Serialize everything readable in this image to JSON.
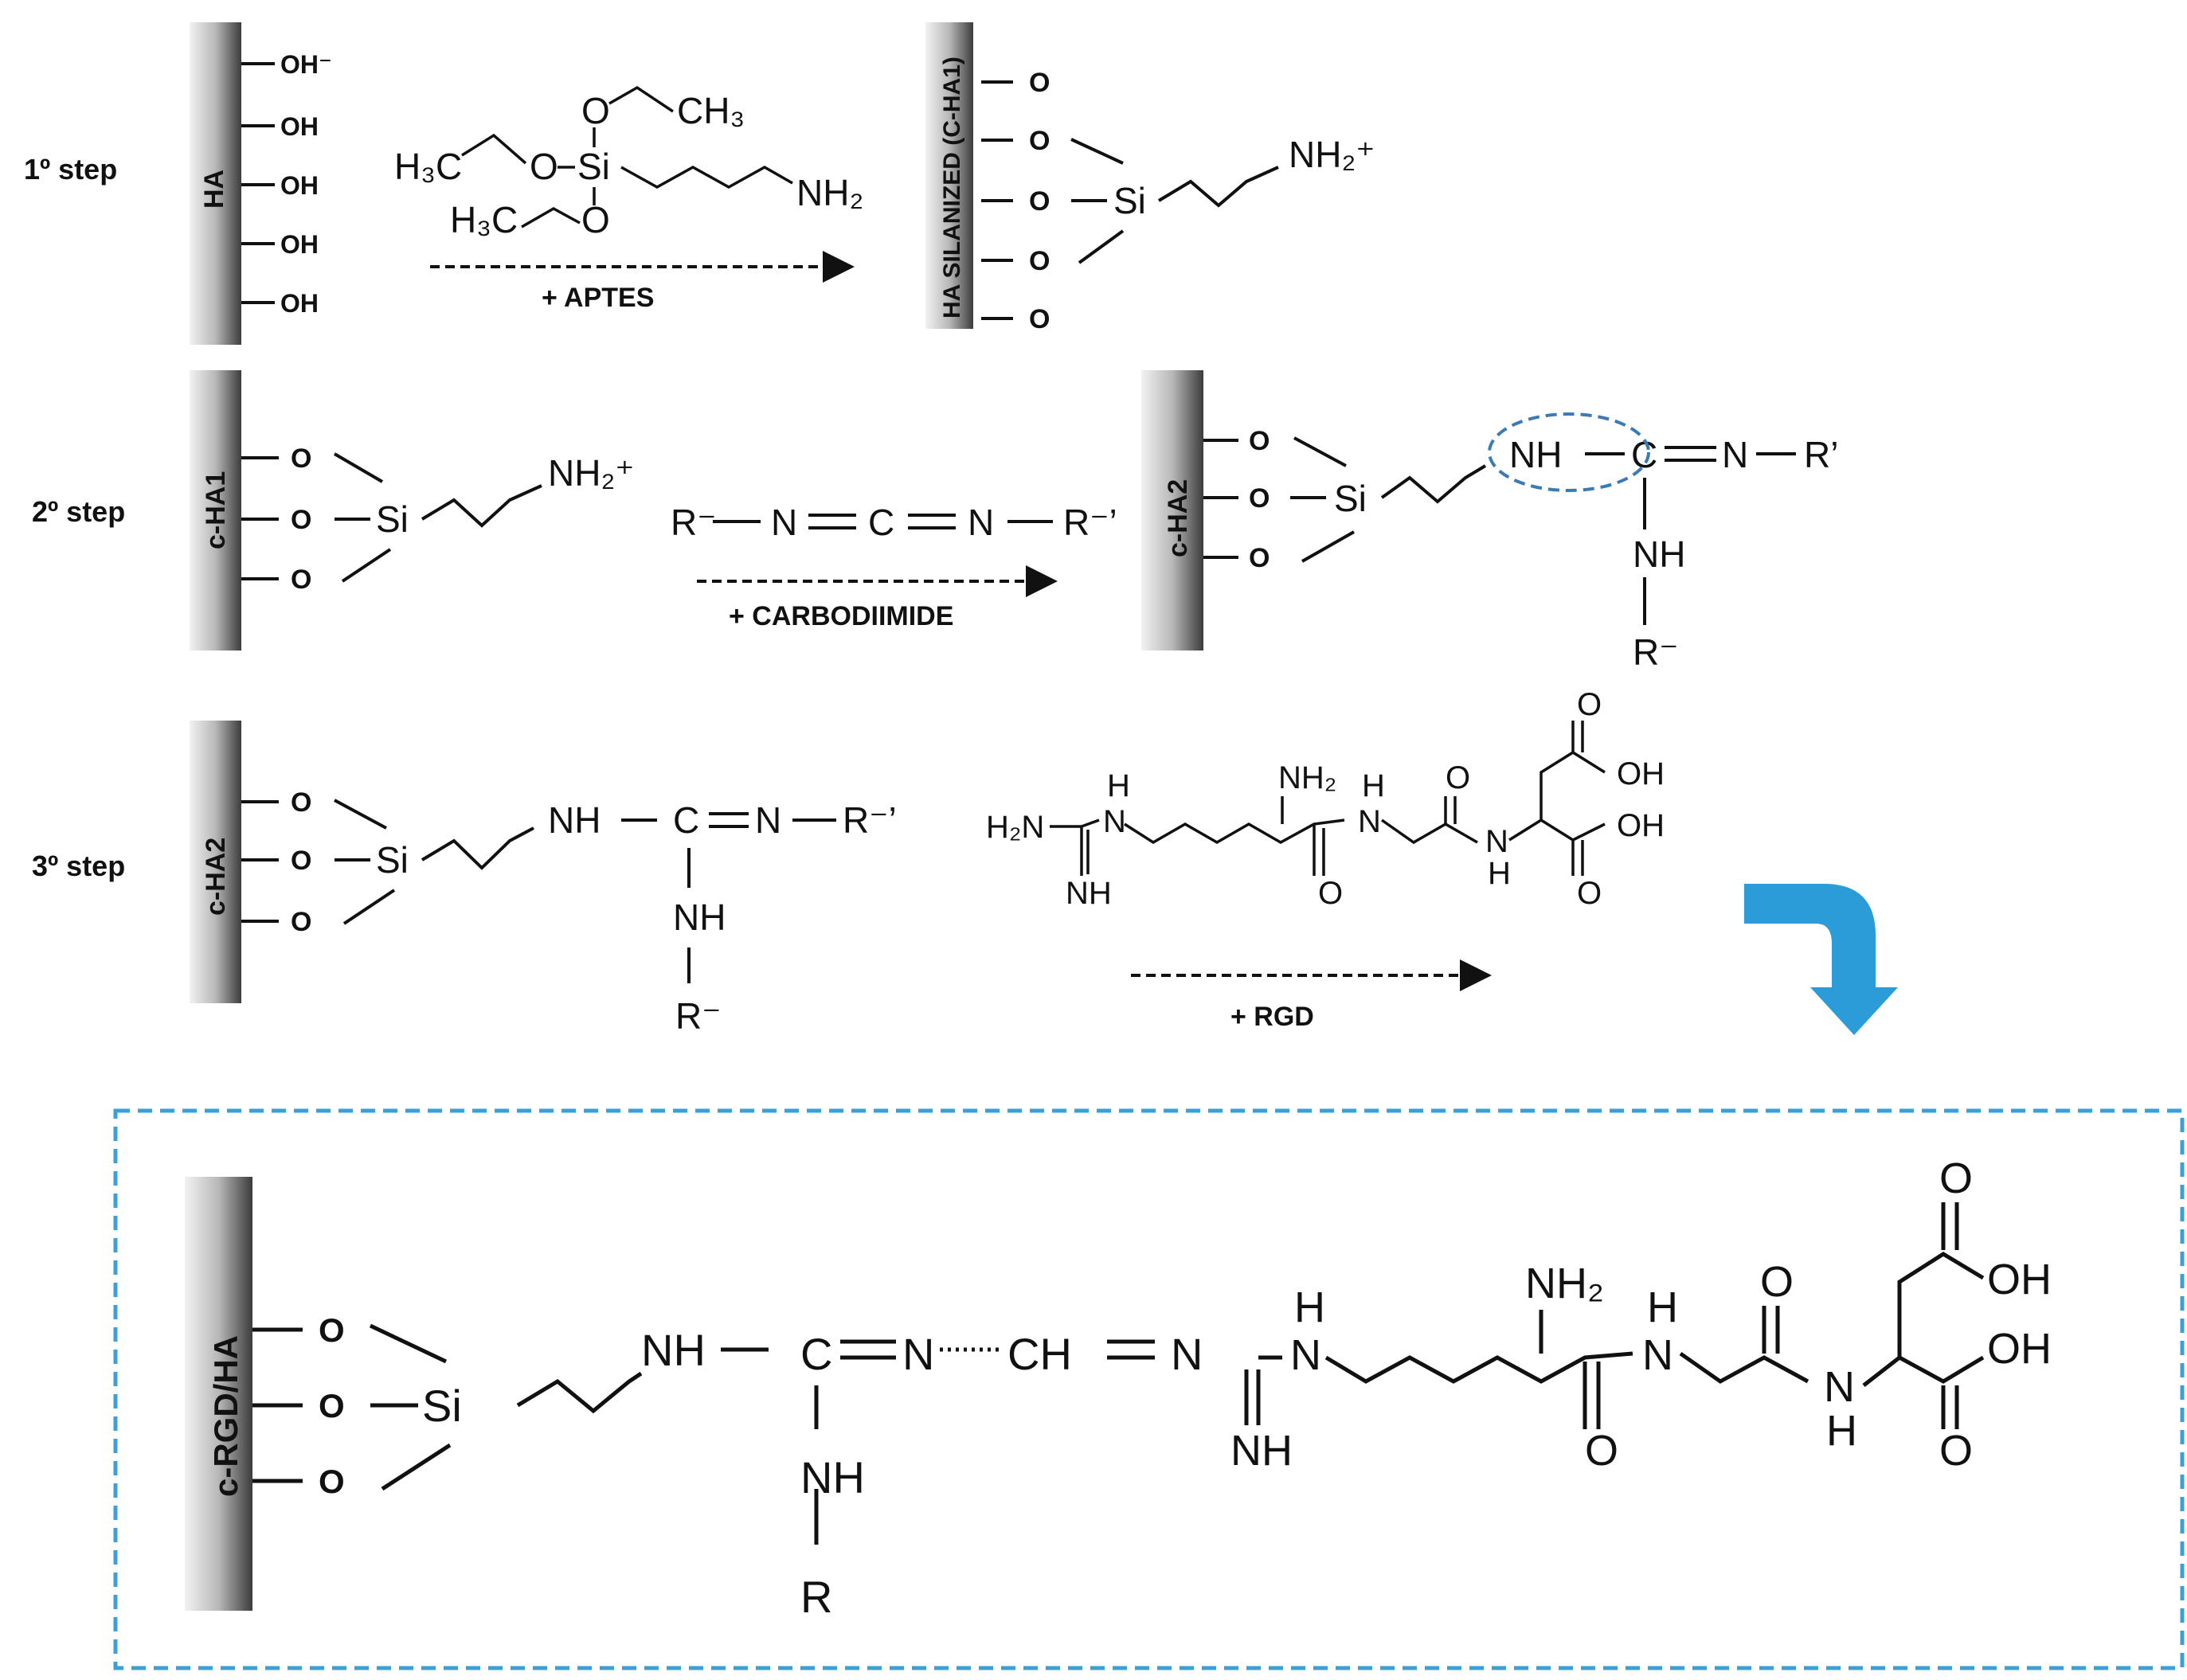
{
  "steps": [
    {
      "label": "1º step"
    },
    {
      "label": "2º step"
    },
    {
      "label": "3º step"
    }
  ],
  "surfaces": {
    "ha": "HA",
    "ha_silanized": "HA SILANIZED (C-HA1)",
    "c_ha1": "c-HA1",
    "c_ha2_a": "c-HA2",
    "c_ha2_b": "c-HA2",
    "c_rgd_ha": "c-RGD/HA"
  },
  "reagents": {
    "aptes": "+ APTES",
    "carbodiimide": "+ CARBODIIMIDE",
    "rgd": "+ RGD"
  },
  "groups": {
    "oh_minus": "OH⁻",
    "oh": "OH",
    "o": "O",
    "si": "Si",
    "nh2_plus": "NH₂⁺",
    "nh2": "NH₂",
    "h3c": "H₃C",
    "ch3": "CH₃",
    "nh": "NH",
    "c": "C",
    "n": "N",
    "ch": "CH",
    "h": "H",
    "h2n": "H₂N",
    "r_minus": "R⁻",
    "r_prime": "R⁻’",
    "r_prime2": "R’",
    "r": "R"
  },
  "colors": {
    "accent_blue": "#2b9cd8",
    "dashed_box": "#3aa0d8",
    "ellipse": "#3b7bb5",
    "ink": "#111111"
  }
}
